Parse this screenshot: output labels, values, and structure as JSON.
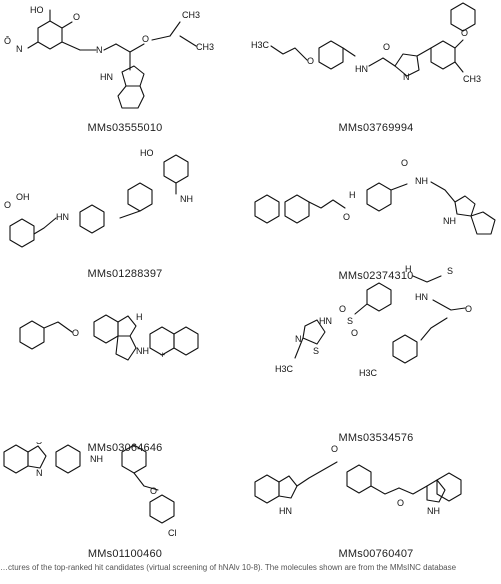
{
  "compounds": [
    {
      "id": "MMs03555010"
    },
    {
      "id": "MMs03769994"
    },
    {
      "id": "MMs01288397"
    },
    {
      "id": "MMs02374310"
    },
    {
      "id": "MMs03064646"
    },
    {
      "id": "MMs03534576"
    },
    {
      "id": "MMs01100460"
    },
    {
      "id": "MMs00760407"
    }
  ],
  "atom_labels": {
    "ho": "HO",
    "o": "O",
    "minus_o": "Ō",
    "n_plus": "N",
    "nh": "NH",
    "hn": "HN",
    "n": "N",
    "ch3": "CH3",
    "h3c": "H3C",
    "s": "S",
    "cl": "Cl",
    "oh": "OH",
    "h": "H",
    "plus": "+"
  },
  "caption": "…ctures of the top-ranked hit candidates (virtual screening of hNAlv 10-8). The molecules shown are from the MMsINC database"
}
